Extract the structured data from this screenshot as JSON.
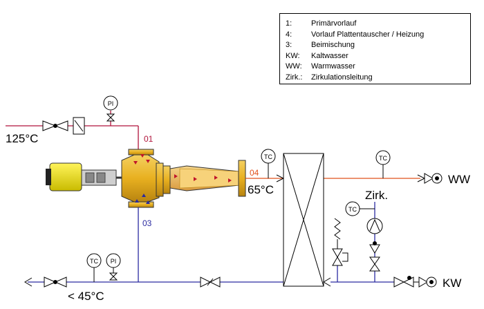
{
  "legend": [
    {
      "key": "1:",
      "text": "Primärvorlauf"
    },
    {
      "key": "4:",
      "text": "Vorlauf Plattentauscher / Heizung"
    },
    {
      "key": "3:",
      "text": "Beimischung"
    },
    {
      "key": "KW:",
      "text": "Kaltwasser"
    },
    {
      "key": "WW:",
      "text": "Warmwasser"
    },
    {
      "key": "Zirk.:",
      "text": "Zirkulationsleitung"
    }
  ],
  "labels": {
    "primary_temp": "125°C",
    "line_01": "01",
    "line_03": "03",
    "line_04": "04",
    "mix_temp": "65°C",
    "return_temp": "< 45°C",
    "warm_water": "WW",
    "cold_water": "KW",
    "circulation": "Zirk."
  },
  "instruments": {
    "pi": "PI",
    "tc": "TC"
  },
  "colors": {
    "primary_line": "#b0123a",
    "mix_line": "#e0501a",
    "return_line": "#2a2aa0",
    "valve_body": "#e8b820",
    "actuator": "#f2e600"
  }
}
